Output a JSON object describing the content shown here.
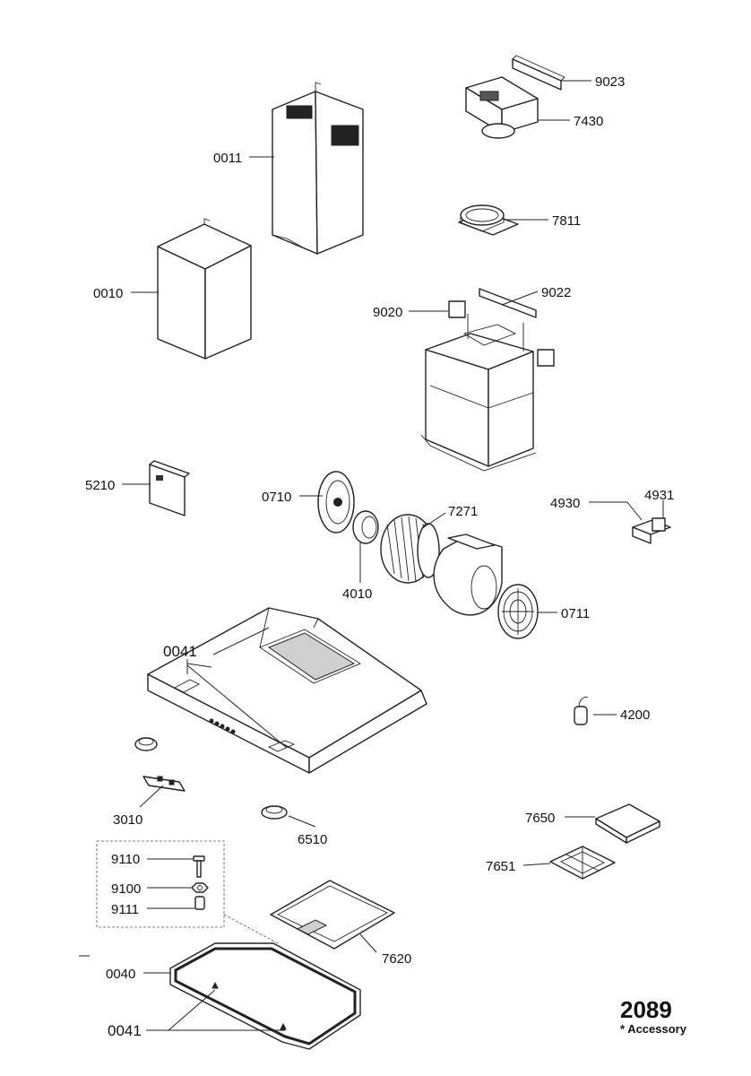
{
  "parts": {
    "p9023": "9023",
    "p7430": "7430",
    "p0011": "0011",
    "p7811": "7811",
    "p0010": "0010",
    "p9022": "9022",
    "p9020": "9020",
    "p5210": "5210",
    "p0710": "0710",
    "p7271": "7271",
    "p4930": "4930",
    "p4931": "4931",
    "p4010": "4010",
    "p0711": "0711",
    "p0041_top": "0041",
    "p4200": "4200",
    "p3010": "3010",
    "p6510": "6510",
    "p7650": "7650",
    "p9110": "9110",
    "p7651": "7651",
    "p9100": "9100",
    "p9111": "9111",
    "p7620": "7620",
    "p0040": "0040",
    "p0041_bottom": "0041"
  },
  "reference": {
    "number": "2089",
    "note": "* Accessory"
  }
}
